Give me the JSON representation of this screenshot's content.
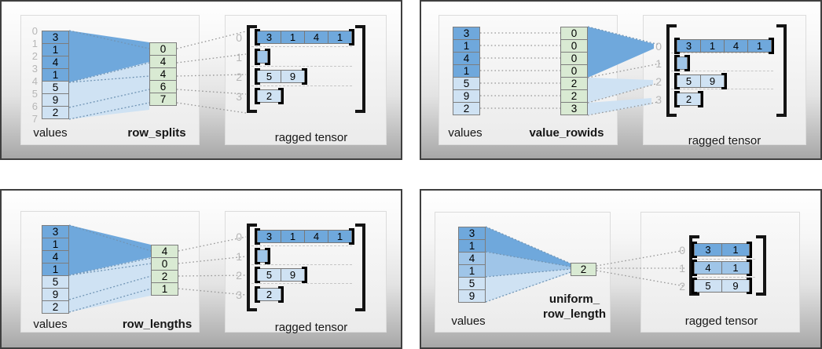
{
  "palette": {
    "dark_blue": "#6fa8dc",
    "mid_blue": "#9fc5e8",
    "light_blue": "#cfe2f3",
    "green": "#d9ead3",
    "index_grey": "#b6b6b6"
  },
  "panels": [
    {
      "name": "row_splits",
      "values_label": "values",
      "key_label": "row_splits",
      "tensor_label": "ragged tensor",
      "value_indices": [
        "0",
        "1",
        "2",
        "3",
        "4",
        "5",
        "6",
        "7"
      ],
      "values": [
        {
          "v": "3",
          "c": "dark"
        },
        {
          "v": "1",
          "c": "dark"
        },
        {
          "v": "4",
          "c": "dark"
        },
        {
          "v": "1",
          "c": "dark"
        },
        {
          "v": "5",
          "c": "light"
        },
        {
          "v": "9",
          "c": "light"
        },
        {
          "v": "2",
          "c": "light"
        }
      ],
      "keys": [
        {
          "v": "0",
          "c": "green"
        },
        {
          "v": "4",
          "c": "green"
        },
        {
          "v": "4",
          "c": "green"
        },
        {
          "v": "6",
          "c": "green"
        },
        {
          "v": "7",
          "c": "green"
        }
      ],
      "rows": [
        {
          "index": "0",
          "cells": [
            {
              "v": "3",
              "c": "dark"
            },
            {
              "v": "1",
              "c": "dark"
            },
            {
              "v": "4",
              "c": "dark"
            },
            {
              "v": "1",
              "c": "dark"
            }
          ]
        },
        {
          "index": "1",
          "cells": [
            {
              "v": "",
              "c": "mid",
              "w": 14
            }
          ]
        },
        {
          "index": "2",
          "cells": [
            {
              "v": "5",
              "c": "light"
            },
            {
              "v": "9",
              "c": "light"
            }
          ]
        },
        {
          "index": "3",
          "cells": [
            {
              "v": "2",
              "c": "light"
            }
          ]
        }
      ]
    },
    {
      "name": "value_rowids",
      "values_label": "values",
      "key_label": "value_rowids",
      "tensor_label": "ragged tensor",
      "values": [
        {
          "v": "3",
          "c": "dark"
        },
        {
          "v": "1",
          "c": "dark"
        },
        {
          "v": "4",
          "c": "dark"
        },
        {
          "v": "1",
          "c": "dark"
        },
        {
          "v": "5",
          "c": "light"
        },
        {
          "v": "9",
          "c": "light"
        },
        {
          "v": "2",
          "c": "light"
        }
      ],
      "keys": [
        {
          "v": "0",
          "c": "green"
        },
        {
          "v": "0",
          "c": "green"
        },
        {
          "v": "0",
          "c": "green"
        },
        {
          "v": "0",
          "c": "green"
        },
        {
          "v": "2",
          "c": "green"
        },
        {
          "v": "2",
          "c": "green"
        },
        {
          "v": "3",
          "c": "green"
        }
      ],
      "rows": [
        {
          "index": "0",
          "cells": [
            {
              "v": "3",
              "c": "dark"
            },
            {
              "v": "1",
              "c": "dark"
            },
            {
              "v": "4",
              "c": "dark"
            },
            {
              "v": "1",
              "c": "dark"
            }
          ]
        },
        {
          "index": "1",
          "cells": [
            {
              "v": "",
              "c": "mid",
              "w": 14
            }
          ]
        },
        {
          "index": "2",
          "cells": [
            {
              "v": "5",
              "c": "light"
            },
            {
              "v": "9",
              "c": "light"
            }
          ]
        },
        {
          "index": "3",
          "cells": [
            {
              "v": "2",
              "c": "light"
            }
          ]
        }
      ]
    },
    {
      "name": "row_lengths",
      "values_label": "values",
      "key_label": "row_lengths",
      "tensor_label": "ragged tensor",
      "values": [
        {
          "v": "3",
          "c": "dark"
        },
        {
          "v": "1",
          "c": "dark"
        },
        {
          "v": "4",
          "c": "dark"
        },
        {
          "v": "1",
          "c": "dark"
        },
        {
          "v": "5",
          "c": "light"
        },
        {
          "v": "9",
          "c": "light"
        },
        {
          "v": "2",
          "c": "light"
        }
      ],
      "keys": [
        {
          "v": "4",
          "c": "green"
        },
        {
          "v": "0",
          "c": "green"
        },
        {
          "v": "2",
          "c": "green"
        },
        {
          "v": "1",
          "c": "green"
        }
      ],
      "rows": [
        {
          "index": "0",
          "cells": [
            {
              "v": "3",
              "c": "dark"
            },
            {
              "v": "1",
              "c": "dark"
            },
            {
              "v": "4",
              "c": "dark"
            },
            {
              "v": "1",
              "c": "dark"
            }
          ]
        },
        {
          "index": "1",
          "cells": [
            {
              "v": "",
              "c": "mid",
              "w": 14
            }
          ]
        },
        {
          "index": "2",
          "cells": [
            {
              "v": "5",
              "c": "light"
            },
            {
              "v": "9",
              "c": "light"
            }
          ]
        },
        {
          "index": "3",
          "cells": [
            {
              "v": "2",
              "c": "light"
            }
          ]
        }
      ]
    },
    {
      "name": "uniform_row_length",
      "values_label": "values",
      "key_label": "uniform_\nrow_length",
      "tensor_label": "ragged tensor",
      "values": [
        {
          "v": "3",
          "c": "dark"
        },
        {
          "v": "1",
          "c": "dark"
        },
        {
          "v": "4",
          "c": "mid"
        },
        {
          "v": "1",
          "c": "mid"
        },
        {
          "v": "5",
          "c": "light"
        },
        {
          "v": "9",
          "c": "light"
        }
      ],
      "keys": [
        {
          "v": "2",
          "c": "green",
          "w": 33
        }
      ],
      "rows": [
        {
          "index": "0",
          "cells": [
            {
              "v": "3",
              "c": "dark"
            },
            {
              "v": "1",
              "c": "dark"
            }
          ]
        },
        {
          "index": "1",
          "cells": [
            {
              "v": "4",
              "c": "mid"
            },
            {
              "v": "1",
              "c": "mid"
            }
          ]
        },
        {
          "index": "2",
          "cells": [
            {
              "v": "5",
              "c": "light"
            },
            {
              "v": "9",
              "c": "light"
            }
          ]
        }
      ]
    }
  ]
}
